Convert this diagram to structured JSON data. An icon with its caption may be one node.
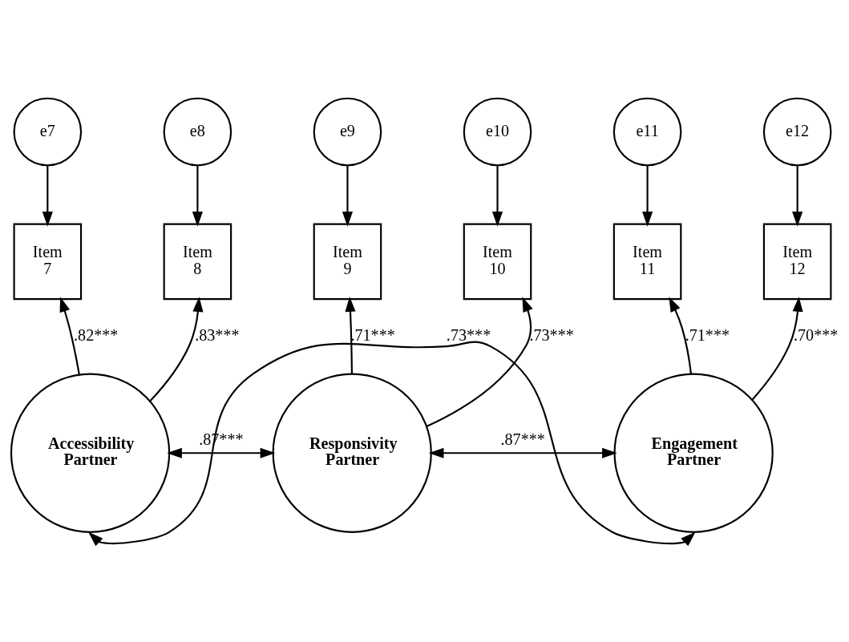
{
  "diagram": {
    "nodes": [
      {
        "text": [
          "e7"
        ]
      },
      {
        "text": [
          "e8"
        ]
      },
      {
        "text": [
          "e9"
        ]
      },
      {
        "text": [
          "e10"
        ]
      },
      {
        "text": [
          "e11"
        ]
      },
      {
        "text": [
          "e12"
        ]
      },
      {
        "text": [
          "Item 7"
        ]
      },
      {
        "text": [
          "Item 8"
        ]
      },
      {
        "text": [
          "Item 9"
        ]
      },
      {
        "text": [
          "Item 10"
        ]
      },
      {
        "text": [
          "Item 11"
        ]
      },
      {
        "text": [
          "Item 12"
        ]
      },
      {
        "text": [
          "Accessibility Partner"
        ]
      },
      {
        "text": [
          "Responsivity Partner"
        ]
      },
      {
        "text": [
          "Engagement Partner"
        ]
      }
    ],
    "edges": [
      {
        "from": 0,
        "to": 6,
        "arrow": "to"
      },
      {
        "from": 1,
        "to": 7,
        "arrow": "to"
      },
      {
        "from": 2,
        "to": 8,
        "arrow": "to"
      },
      {
        "from": 3,
        "to": 9,
        "arrow": "to"
      },
      {
        "from": 4,
        "to": 10,
        "arrow": "to"
      },
      {
        "from": 5,
        "to": 11,
        "arrow": "to"
      },
      {
        "from": 12,
        "to": 6,
        "arrow": "to",
        "label": ".82***"
      },
      {
        "from": 12,
        "to": 7,
        "arrow": "to",
        "label": ".83***"
      },
      {
        "from": 13,
        "to": 8,
        "arrow": "to",
        "label": ".71***"
      },
      {
        "from": 13,
        "to": 9,
        "arrow": "to",
        "label": ".73***"
      },
      {
        "from": 14,
        "to": 10,
        "arrow": "to",
        "label": ".71***"
      },
      {
        "from": 14,
        "to": 11,
        "arrow": "to",
        "label": ".70***"
      },
      {
        "from": 12,
        "to": 13,
        "arrow": "both",
        "label": ".87***"
      },
      {
        "from": 13,
        "to": 14,
        "arrow": "both",
        "label": ".87***"
      },
      {
        "from": 12,
        "to": 14,
        "arrow": "both",
        "label": ".73***"
      }
    ]
  }
}
